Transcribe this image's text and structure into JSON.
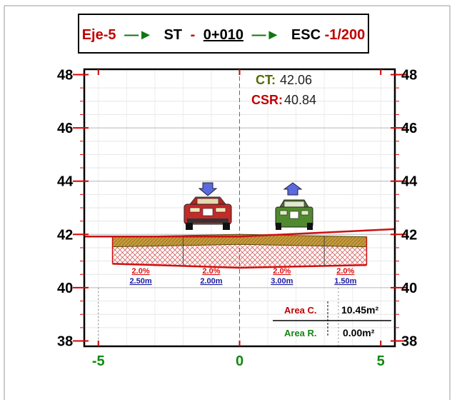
{
  "title": {
    "axis": "Eje-5",
    "arrow1": "—►",
    "station_label": "ST",
    "dash": "-",
    "station": "0+010",
    "arrow2": "—►",
    "scale_label": "ESC",
    "scale": "-1/200"
  },
  "elevations": {
    "ct_label": "CT:",
    "ct_value": "42.06",
    "csr_label": "CSR:",
    "csr_value": "40.84"
  },
  "axes": {
    "y_ticks": [
      "38",
      "40",
      "42",
      "44",
      "46",
      "48"
    ],
    "x_ticks": [
      "-5",
      "0",
      "5"
    ],
    "xlim": [
      -5.5,
      5.5
    ],
    "ylim": [
      37.8,
      48.2
    ]
  },
  "segments": [
    {
      "slope": "2.0%",
      "width": "2.50m"
    },
    {
      "slope": "2.0%",
      "width": "2.00m"
    },
    {
      "slope": "2.0%",
      "width": "3.00m"
    },
    {
      "slope": "2.0%",
      "width": "1.50m"
    }
  ],
  "areas": {
    "cut_label": "Area C.",
    "cut_value": "10.45m²",
    "fill_label": "Area R.",
    "fill_value": "0.00m²"
  },
  "colors": {
    "axis_text": "#c00000",
    "pos_text": "#118811",
    "ct": "#556b00",
    "csr": "#c00000",
    "width_text": "#1a1aa0",
    "terrain": "#dd1111",
    "pavement": "#b8860b",
    "hatch": "#cc3333"
  }
}
